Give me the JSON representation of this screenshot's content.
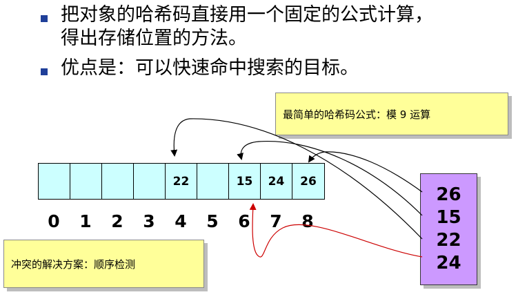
{
  "bullets": [
    {
      "lines": [
        "把对象的哈希码直接用一个固定的公式计算，",
        "得出存储位置的方法。"
      ]
    },
    {
      "lines": [
        "优点是：可以快速命中搜索的目标。"
      ]
    }
  ],
  "formula_note": "最简单的哈希码公式：模 9 运算",
  "conflict_note": "冲突的解决方案：顺序检测",
  "table": {
    "cells": [
      "",
      "",
      "",
      "",
      "22",
      "",
      "15",
      "24",
      "26"
    ],
    "indices": [
      "0",
      "1",
      "2",
      "3",
      "4",
      "5",
      "6",
      "7",
      "8"
    ]
  },
  "keys": [
    "26",
    "15",
    "22",
    "24"
  ],
  "colors": {
    "bullet": "#1f3f99",
    "note_bg": "#ffff99",
    "table_bg": "#ccffff",
    "key_box_bg": "#cc99ff",
    "collision_arrow": "#cc0000",
    "hash_arrow": "#000000"
  }
}
